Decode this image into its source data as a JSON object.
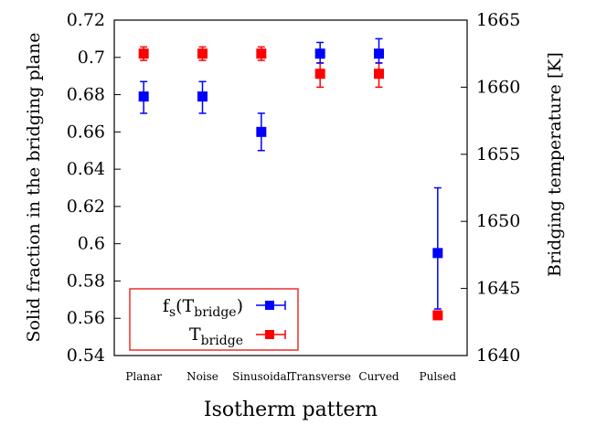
{
  "chart_data": {
    "type": "scatter",
    "categories": [
      "Planar",
      "Noise",
      "Sinusoidal",
      "Transverse",
      "Curved",
      "Pulsed"
    ],
    "xlabel": "Isotherm pattern",
    "ylabel": "Solid fraction in the bridging plane",
    "y2label": "Bridging temperature [K]",
    "ylim": [
      0.54,
      0.72
    ],
    "y2lim": [
      1640,
      1665
    ],
    "yticks": [
      "0.54",
      "0.56",
      "0.58",
      "0.6",
      "0.62",
      "0.64",
      "0.66",
      "0.68",
      "0.7",
      "0.72"
    ],
    "y2ticks": [
      "1640",
      "1645",
      "1650",
      "1655",
      "1660",
      "1665"
    ],
    "grid": false,
    "legend_position": "bottom-left",
    "series": [
      {
        "name_main": "f",
        "name_sub1": "s",
        "name_mid": "(T",
        "name_sub2": "bridge",
        "name_end": ")",
        "axis": "left",
        "color": "#0000ff",
        "values": [
          0.679,
          0.679,
          0.66,
          0.702,
          0.702,
          0.595
        ],
        "err_low": [
          0.67,
          0.67,
          0.65,
          0.697,
          0.697,
          0.565
        ],
        "err_high": [
          0.687,
          0.687,
          0.67,
          0.708,
          0.71,
          0.63
        ]
      },
      {
        "name_main": "T",
        "name_sub1": "bridge",
        "axis": "right",
        "color": "#ff0000",
        "values": [
          1662.5,
          1662.5,
          1662.5,
          1661.0,
          1661.0,
          1643.0
        ],
        "err_low": [
          1662.0,
          1662.0,
          1662.0,
          1660.0,
          1660.0,
          1643.0
        ],
        "err_high": [
          1663.0,
          1663.0,
          1663.0,
          1661.8,
          1661.8,
          1643.0
        ]
      }
    ]
  }
}
